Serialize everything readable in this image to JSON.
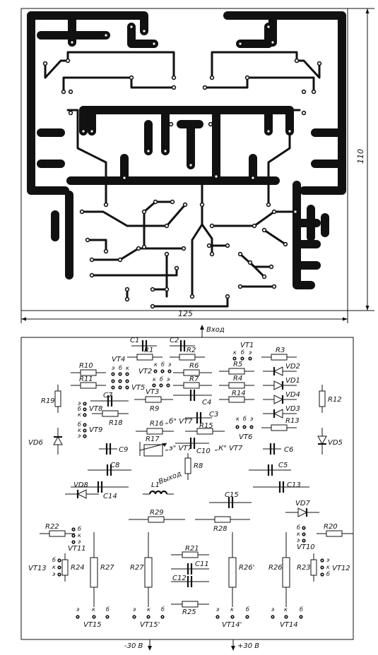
{
  "dimensions": {
    "width": "125",
    "height": "110"
  },
  "supply": {
    "input": "Вход",
    "output": "Выход",
    "neg": "-30 В",
    "pos": "+30 В"
  },
  "resistors": [
    "R1",
    "R2",
    "R3",
    "R4",
    "R5",
    "R6",
    "R7",
    "R8",
    "R9",
    "R10",
    "R11",
    "R12",
    "R13",
    "R14",
    "R15",
    "R16",
    "R17",
    "R18",
    "R19",
    "R20",
    "R21",
    "R22",
    "R23",
    "R24",
    "R25",
    "R26",
    "R26'",
    "R27",
    "R27'",
    "R28",
    "R29"
  ],
  "capacitors": [
    "C1",
    "C2",
    "C3",
    "C4",
    "C5",
    "C6",
    "C7",
    "C8",
    "C9",
    "C10",
    "C11",
    "C12",
    "C13",
    "C14",
    "C15"
  ],
  "diodes": [
    "VD1",
    "VD2",
    "VD3",
    "VD4",
    "VD5",
    "VD6",
    "VD7",
    "VD8"
  ],
  "inductors": [
    "L1"
  ],
  "transistors": [
    "VT1",
    "VT2",
    "VT3",
    "VT4",
    "VT5",
    "VT6",
    "VT7",
    "VT8",
    "VT9",
    "VT10",
    "VT11",
    "VT12",
    "VT13",
    "VT14",
    "VT14'",
    "VT15",
    "VT15'"
  ],
  "special_labels": {
    "vt7_b": "„б\" VT7",
    "vt7_e": "„э\" VT7",
    "vt7_k": "„К\" VT7"
  },
  "pins": {
    "k": "к",
    "b": "б",
    "e": "э"
  }
}
